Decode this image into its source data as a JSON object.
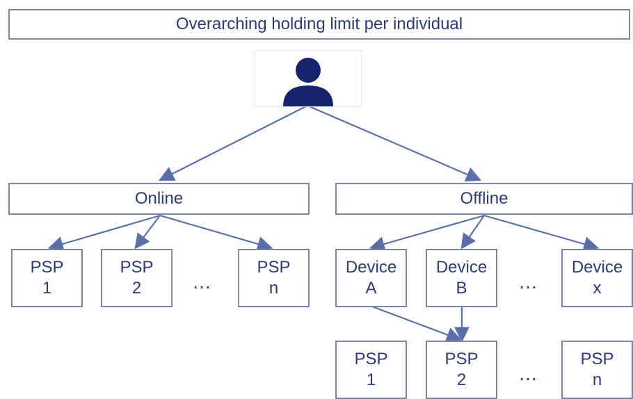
{
  "banner": "Overarching holding limit per individual",
  "online": {
    "label": "Online",
    "leaves": [
      {
        "l1": "PSP",
        "l2": "1"
      },
      {
        "l1": "PSP",
        "l2": "2"
      },
      {
        "l1": "PSP",
        "l2": "n"
      }
    ],
    "ellipsis": "…"
  },
  "offline": {
    "label": "Offline",
    "devices": [
      {
        "l1": "Device",
        "l2": "A"
      },
      {
        "l1": "Device",
        "l2": "B"
      },
      {
        "l1": "Device",
        "l2": "x"
      }
    ],
    "ellipsis": "…",
    "psps": [
      {
        "l1": "PSP",
        "l2": "1"
      },
      {
        "l1": "PSP",
        "l2": "2"
      },
      {
        "l1": "PSP",
        "l2": "n"
      }
    ],
    "psp_ellipsis": "…"
  },
  "colors": {
    "text": "#2d3a78",
    "border": "#7b83a8",
    "arrow": "#5a6ea8",
    "person": "#16246e"
  },
  "icons": {
    "person": "person-icon"
  }
}
